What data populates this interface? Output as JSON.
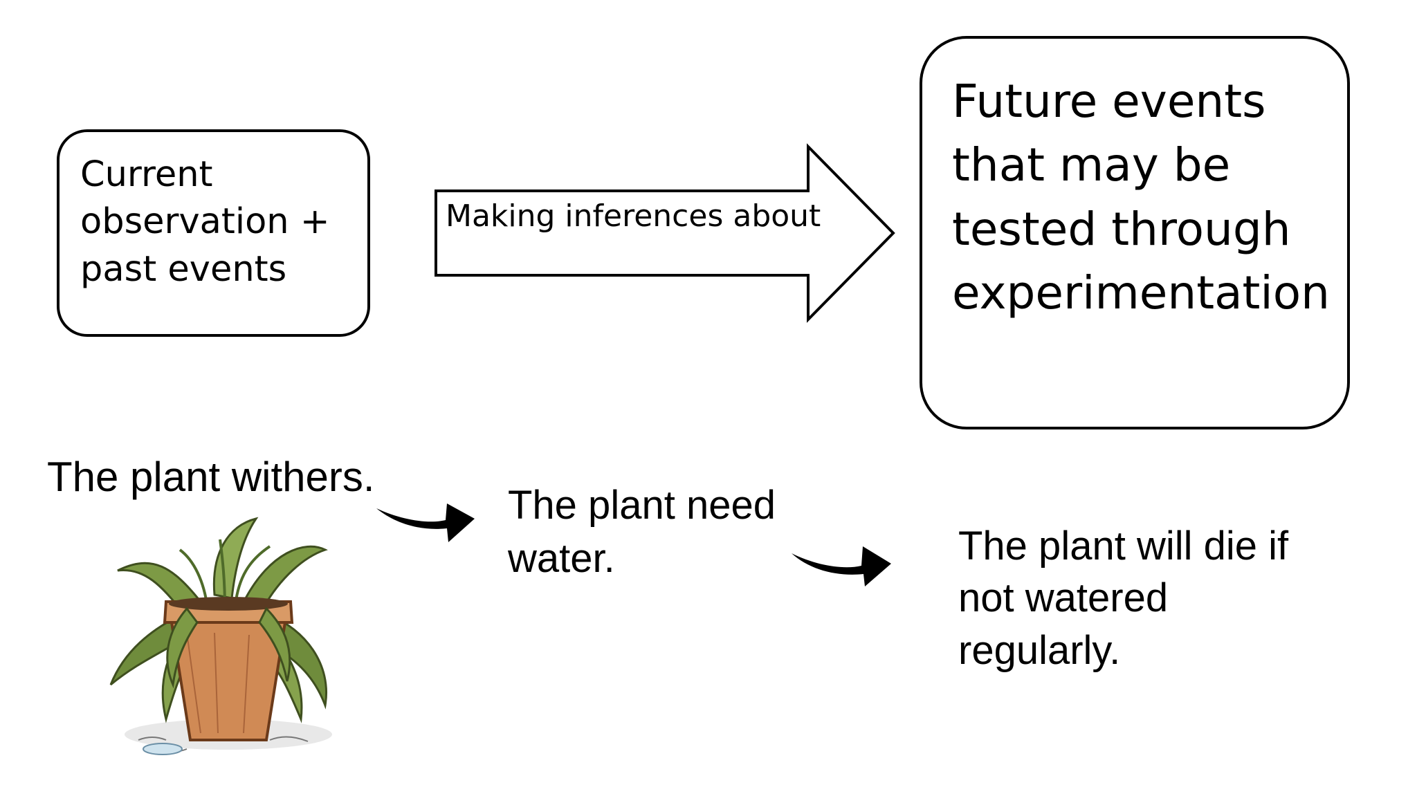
{
  "diagram": {
    "concept": {
      "source_box": "Current\nobservation +\npast events",
      "arrow_label": "Making inferences about",
      "target_box": "Future events\nthat may be\ntested through\nexperimentation"
    },
    "example": {
      "observation": "The plant withers.",
      "inference": "The plant need\nwater.",
      "prediction": "The plant will die if\nnot watered\nregularly."
    },
    "colors": {
      "stroke": "#000000",
      "leaf": "#7d9a45",
      "leaf_dark": "#4f6b2a",
      "pot": "#d08a55",
      "pot_dark": "#a9643a"
    },
    "icons": [
      "block-arrow",
      "curved-arrow",
      "curved-arrow",
      "withered-plant-illustration"
    ]
  }
}
